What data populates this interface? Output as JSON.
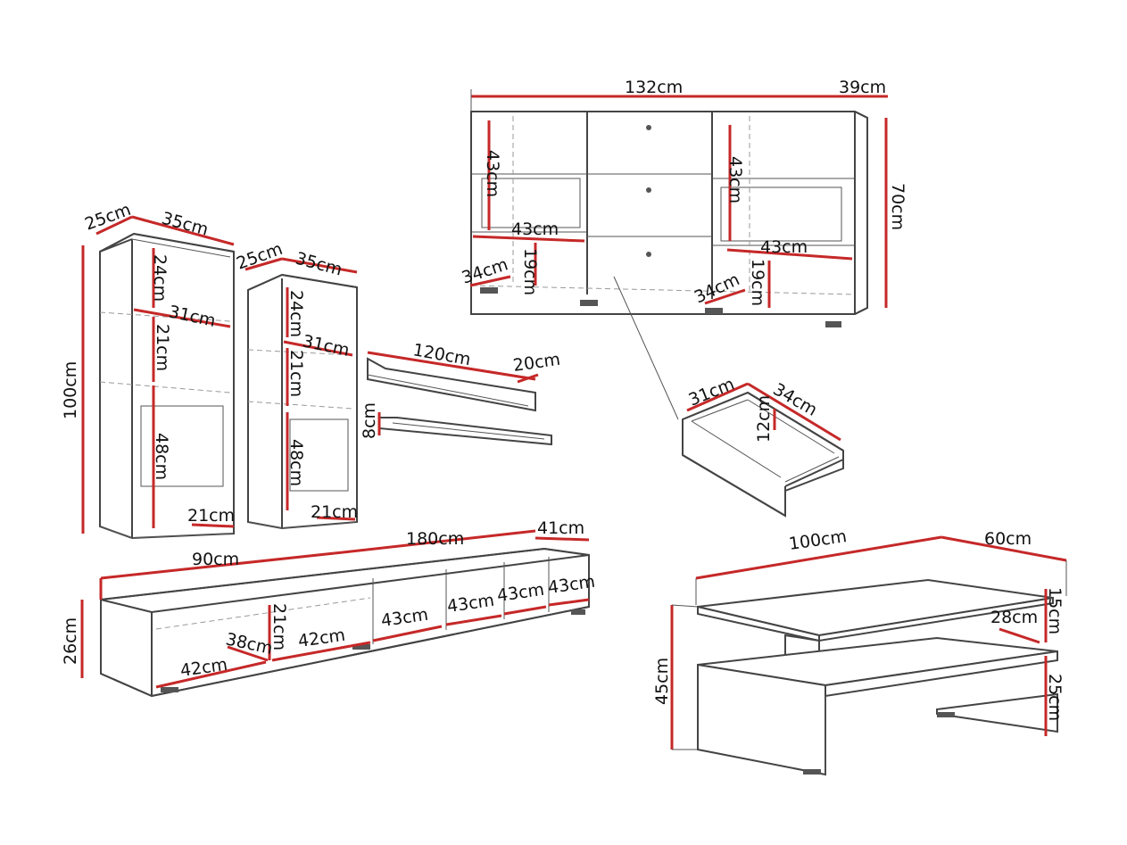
{
  "labels": {
    "top_w": "132cm",
    "top_d": "39cm",
    "top_h": "70cm",
    "top_l_h": "43cm",
    "top_l_w": "43cm",
    "top_l_d": "34cm",
    "top_l_dh": "19cm",
    "top_r_h": "43cm",
    "top_r_w": "43cm",
    "top_r_d": "34cm",
    "top_r_dh": "19cm",
    "v1_d": "25cm",
    "v1_w": "35cm",
    "v1_h": "100cm",
    "v1_s1": "24cm",
    "v1_sw": "31cm",
    "v1_s2": "21cm",
    "v1_s3": "48cm",
    "v1_bd": "21cm",
    "v2_d": "25cm",
    "v2_w": "35cm",
    "v2_s1": "24cm",
    "v2_sw": "31cm",
    "v2_s2": "21cm",
    "v2_s3": "48cm",
    "v2_bd": "21cm",
    "sh_w": "120cm",
    "sh_d": "20cm",
    "sh_h": "8cm",
    "dr_w": "31cm",
    "dr_d": "34cm",
    "dr_h": "12cm",
    "tv_total": "180cm",
    "tv_half": "90cm",
    "tv_d": "41cm",
    "tv_h": "26cm",
    "tv_c1": "21cm",
    "tv_c2": "38cm",
    "tv_c3": "42cm",
    "tv_c4": "42cm",
    "tv_c5": "43cm",
    "tv_c6": "43cm",
    "tv_c7": "43cm",
    "tv_c8": "43cm",
    "ct_w": "100cm",
    "ct_d": "60cm",
    "ct_h": "45cm",
    "ct_t": "15cm",
    "ct_s": "28cm",
    "ct_b": "25cm"
  }
}
